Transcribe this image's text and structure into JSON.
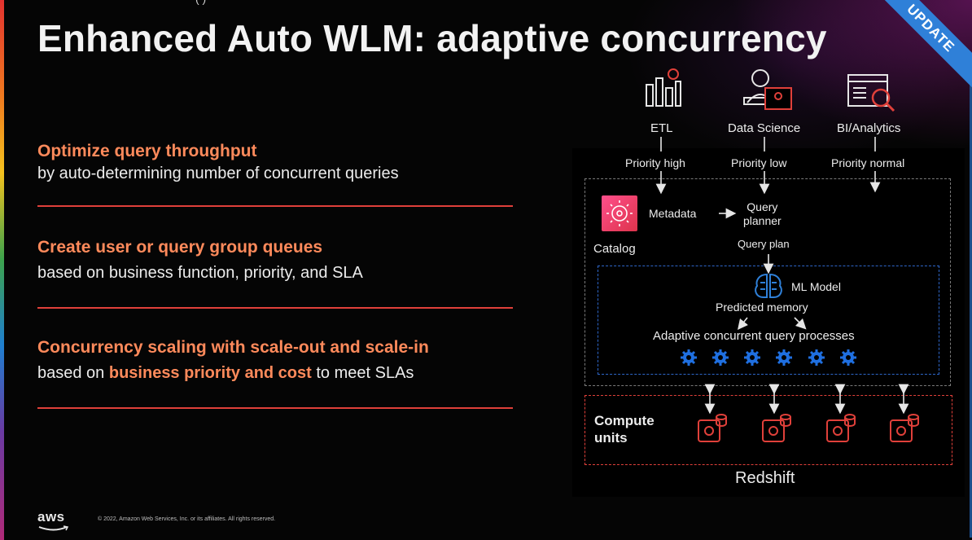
{
  "slide": {
    "top_caption": "(      )",
    "title": "Enhanced Auto WLM: adaptive concurrency",
    "badge": "UPDATE",
    "bullets": [
      {
        "heading": "Optimize query throughput",
        "description": "by auto-determining number of concurrent queries"
      },
      {
        "heading": "Create user or query group queues",
        "description": "based on business function, priority, and SLA"
      },
      {
        "heading": "Concurrency scaling with scale-out and scale-in",
        "description_prefix": "based on ",
        "description_highlight": "business priority and cost",
        "description_suffix": " to meet SLAs"
      }
    ],
    "footer": {
      "logo": "aws",
      "copyright": "© 2022, Amazon Web Services, Inc. or its affiliates. All rights reserved."
    }
  },
  "diagram": {
    "sources": [
      {
        "name": "ETL",
        "icon": "bar-chart-icon",
        "priority": "Priority high"
      },
      {
        "name": "Data Science",
        "icon": "data-scientist-icon",
        "priority": "Priority low"
      },
      {
        "name": "BI/Analytics",
        "icon": "analytics-dashboard-icon",
        "priority": "Priority normal"
      }
    ],
    "metadata": "Metadata",
    "query_planner": "Query\nplanner",
    "catalog": "Catalog",
    "query_plan": "Query plan",
    "ml_model": "ML Model",
    "predicted_memory": "Predicted memory",
    "adaptive_processes": "Adaptive concurrent query processes",
    "compute_units": "Compute\nunits",
    "redshift": "Redshift",
    "colors": {
      "accent_orange": "#ff8a5b",
      "divider_red": "#e0403a",
      "ml_blue": "#2e66c8",
      "gear_blue": "#1f6fe0",
      "compute_red": "#e0403a",
      "metadata_pink": "#e7157b"
    }
  }
}
